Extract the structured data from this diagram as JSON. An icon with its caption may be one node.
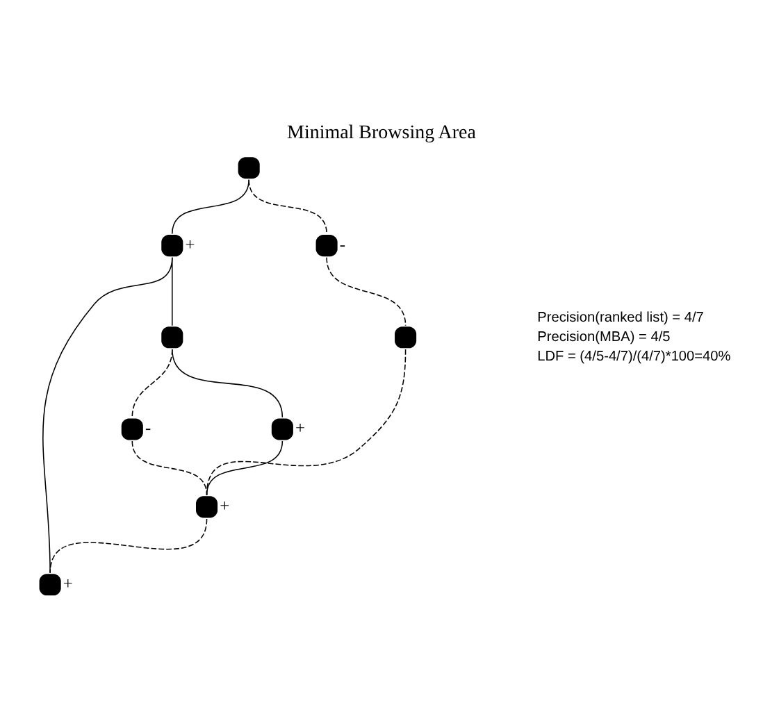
{
  "diagram": {
    "title": "Minimal Browsing Area",
    "nodes": [
      {
        "text": [],
        "shape": "circle"
      },
      {
        "text": [],
        "shape": "circle",
        "beside": [
          "+"
        ]
      },
      {
        "text": [],
        "shape": "circle"
      },
      {
        "text": [],
        "shape": "circle",
        "beside": [
          "-"
        ]
      },
      {
        "text": [],
        "shape": "circle",
        "beside": [
          "+"
        ]
      },
      {
        "text": [],
        "shape": "circle",
        "beside": [
          "+"
        ]
      },
      {
        "text": [],
        "shape": "circle",
        "beside": [
          "-"
        ]
      },
      {
        "text": [],
        "shape": "circle",
        "beside": [
          "+"
        ]
      },
      {
        "text": [],
        "shape": "circle"
      }
    ],
    "edges": [
      {
        "from": 0,
        "to": 1,
        "arrow": "none"
      },
      {
        "from": 1,
        "to": 2,
        "arrow": "none"
      },
      {
        "from": 1,
        "to": 5,
        "arrow": "none"
      },
      {
        "from": 2,
        "to": 4,
        "arrow": "none"
      },
      {
        "from": 4,
        "to": 7,
        "arrow": "none"
      },
      {
        "from": 0,
        "to": 6,
        "arrow": "none",
        "style": "dashed"
      },
      {
        "from": 2,
        "to": 3,
        "arrow": "none",
        "style": "dashed"
      },
      {
        "from": 3,
        "to": 7,
        "arrow": "none",
        "style": "dashed"
      },
      {
        "from": 7,
        "to": 5,
        "arrow": "none",
        "style": "dashed"
      },
      {
        "from": 6,
        "to": 8,
        "arrow": "none",
        "style": "dashed"
      },
      {
        "from": 8,
        "to": 7,
        "arrow": "none",
        "style": "dashed"
      }
    ],
    "labels": [
      "Precision(ranked list) = 4/7",
      "Precision(MBA) = 4/5",
      "LDF = (4/5-4/7)/(4/7)*100=40%"
    ]
  }
}
